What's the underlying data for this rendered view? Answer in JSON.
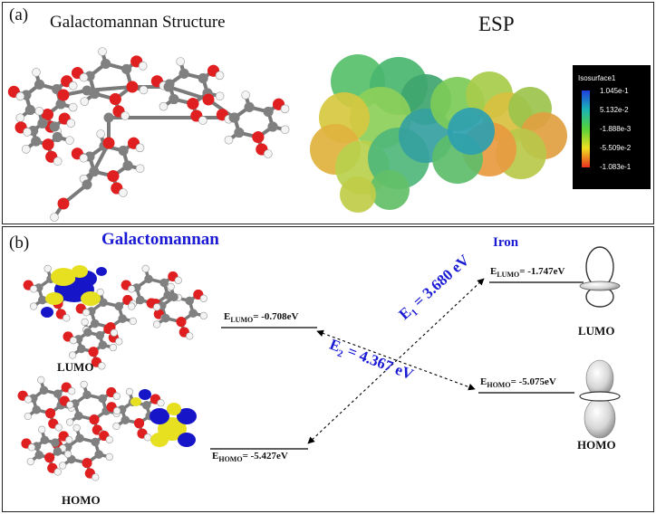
{
  "panel_a": {
    "label": "(a)",
    "title": "Galactomannan Structure",
    "esp_title": "ESP",
    "colorbar": {
      "title": "Isosurface1",
      "ticks": [
        "1.045e-1",
        "5.132e-2",
        "-1.888e-3",
        "-5.509e-2",
        "-1.083e-1"
      ],
      "colors": [
        "#1f3fe0",
        "#1bb4b4",
        "#56d23a",
        "#f0e020",
        "#e83020"
      ]
    }
  },
  "panel_b": {
    "label": "(b)",
    "left_title": "Galactomannan",
    "right_title": "Iron",
    "lumo_label": "LUMO",
    "homo_label": "HOMO",
    "gal_lumo": {
      "sub": "E",
      "idx": "LUMO",
      "value": "= -0.708eV",
      "energy_ev": -0.708
    },
    "gal_homo": {
      "sub": "E",
      "idx": "HOMO",
      "value": "= -5.427eV",
      "energy_ev": -5.427
    },
    "iron_lumo": {
      "sub": "E",
      "idx": "LUMO",
      "value": "= -1.747eV",
      "energy_ev": -1.747
    },
    "iron_homo": {
      "sub": "E",
      "idx": "HOMO",
      "value": "= -5.075eV",
      "energy_ev": -5.075
    },
    "gap1": {
      "sym": "E",
      "idx": "1",
      "value": "= 3.680 eV"
    },
    "gap2": {
      "sym": "E",
      "idx": "2",
      "value": "= 4.367 eV"
    },
    "accent_color": "#1a1ad4"
  }
}
